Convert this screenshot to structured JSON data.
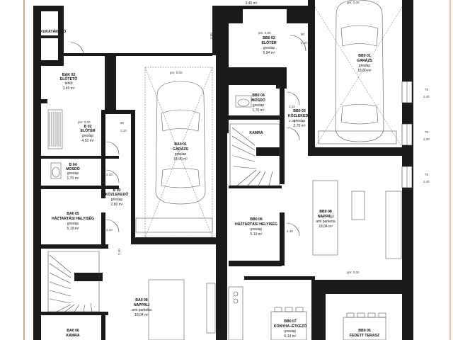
{
  "rooms": [
    {
      "id": "kukatarolo",
      "code": "",
      "name": "KUKATÁROLÓ",
      "floor": "",
      "area": ""
    },
    {
      "id": "bak02",
      "code": "BAK 02",
      "name": "ELŐTETŐ",
      "floor": "térkő",
      "area": "3,45 m²"
    },
    {
      "id": "b02",
      "code": "B 02",
      "name": "ELŐTÉR",
      "floor": "greslap",
      "area": "4,50 m²"
    },
    {
      "id": "b04",
      "code": "B 04",
      "name": "MOSDÓ",
      "floor": "greslap",
      "area": "1,70 m²"
    },
    {
      "id": "b03",
      "code": "B 03",
      "name": "KÖZLEKEDŐ",
      "floor": "greslap",
      "area": "2,80 m²"
    },
    {
      "id": "b05",
      "code": "BA0 05",
      "name": "HÁZTARTÁSI HELYISÉG",
      "floor": "greslap",
      "area": "5,19 m²"
    },
    {
      "id": "b06",
      "code": "BA0 06",
      "name": "KAMRA",
      "floor": "",
      "area": ""
    },
    {
      "id": "ba001",
      "code": "BA0 01",
      "name": "GARÁZS",
      "floor": "greslap",
      "area": "18,90 m²"
    },
    {
      "id": "ba008",
      "code": "BA0 08",
      "name": "NAPPALI",
      "floor": "ami parketta",
      "area": "18,04 m²"
    },
    {
      "id": "bb002",
      "code": "BB0 02",
      "name": "ELŐTÉR",
      "floor": "greslap",
      "area": "5,94 m²"
    },
    {
      "id": "bb004",
      "code": "BB0 04",
      "name": "MOSDÓ",
      "floor": "greslap",
      "area": "1,70 m²"
    },
    {
      "id": "bb003",
      "code": "BB0 03",
      "name": "KÖZLEKEDŐ",
      "floor": "greslap",
      "area": "2,70 m²"
    },
    {
      "id": "bbkamra",
      "code": "",
      "name": "KAMRA",
      "floor": "",
      "area": ""
    },
    {
      "id": "bb006",
      "code": "BB0 06",
      "name": "HÁZTARTÁSI HELYISÉG",
      "floor": "greslap",
      "area": "5,13 m²"
    },
    {
      "id": "bb001",
      "code": "BB0 01",
      "name": "GARÁZS",
      "floor": "greslap",
      "area": "18,90 m²"
    },
    {
      "id": "bb008",
      "code": "BB0 08",
      "name": "NAPPALI",
      "floor": "ami parketta",
      "area": "18,04 m²"
    },
    {
      "id": "bb007",
      "code": "BB0 07",
      "name": "KONYHA–ÉTKEZŐ",
      "floor": "greslap",
      "area": "6,14 m²"
    },
    {
      "id": "bb005",
      "code": "BB0 05",
      "name": "FEDETT TERASZ",
      "floor": "",
      "area": ""
    }
  ],
  "top_area": "3,45 m²",
  "levels": [
    {
      "id": "l1",
      "text": "pm: 0,00"
    },
    {
      "id": "l2",
      "text": "pm: 0,00"
    },
    {
      "id": "l3",
      "text": "pm: 0,00"
    },
    {
      "id": "l4",
      "text": "pm: 0,00"
    },
    {
      "id": "l5",
      "text": "pm: 0,00"
    }
  ],
  "dimensions": [
    {
      "id": "d1",
      "text": "2,50"
    },
    {
      "id": "d2",
      "text": "90"
    },
    {
      "id": "d3",
      "text": "2,10"
    },
    {
      "id": "d4",
      "text": "90"
    },
    {
      "id": "d5",
      "text": "2,10"
    },
    {
      "id": "d6",
      "text": "2,10"
    },
    {
      "id": "d7",
      "text": "2,10"
    },
    {
      "id": "d8",
      "text": "2,10"
    },
    {
      "id": "d9",
      "text": "2,10"
    },
    {
      "id": "d10",
      "text": "2,40"
    },
    {
      "id": "d11",
      "text": "2,40"
    },
    {
      "id": "d12",
      "text": "75"
    },
    {
      "id": "d13",
      "text": "2,40"
    },
    {
      "id": "d14",
      "text": "75"
    },
    {
      "id": "d15",
      "text": "2,40"
    },
    {
      "id": "d16",
      "text": "75"
    },
    {
      "id": "d17",
      "text": "2,40"
    }
  ],
  "colors": {
    "wall": "#1a1a1a",
    "border_accent": "#c8703a"
  }
}
